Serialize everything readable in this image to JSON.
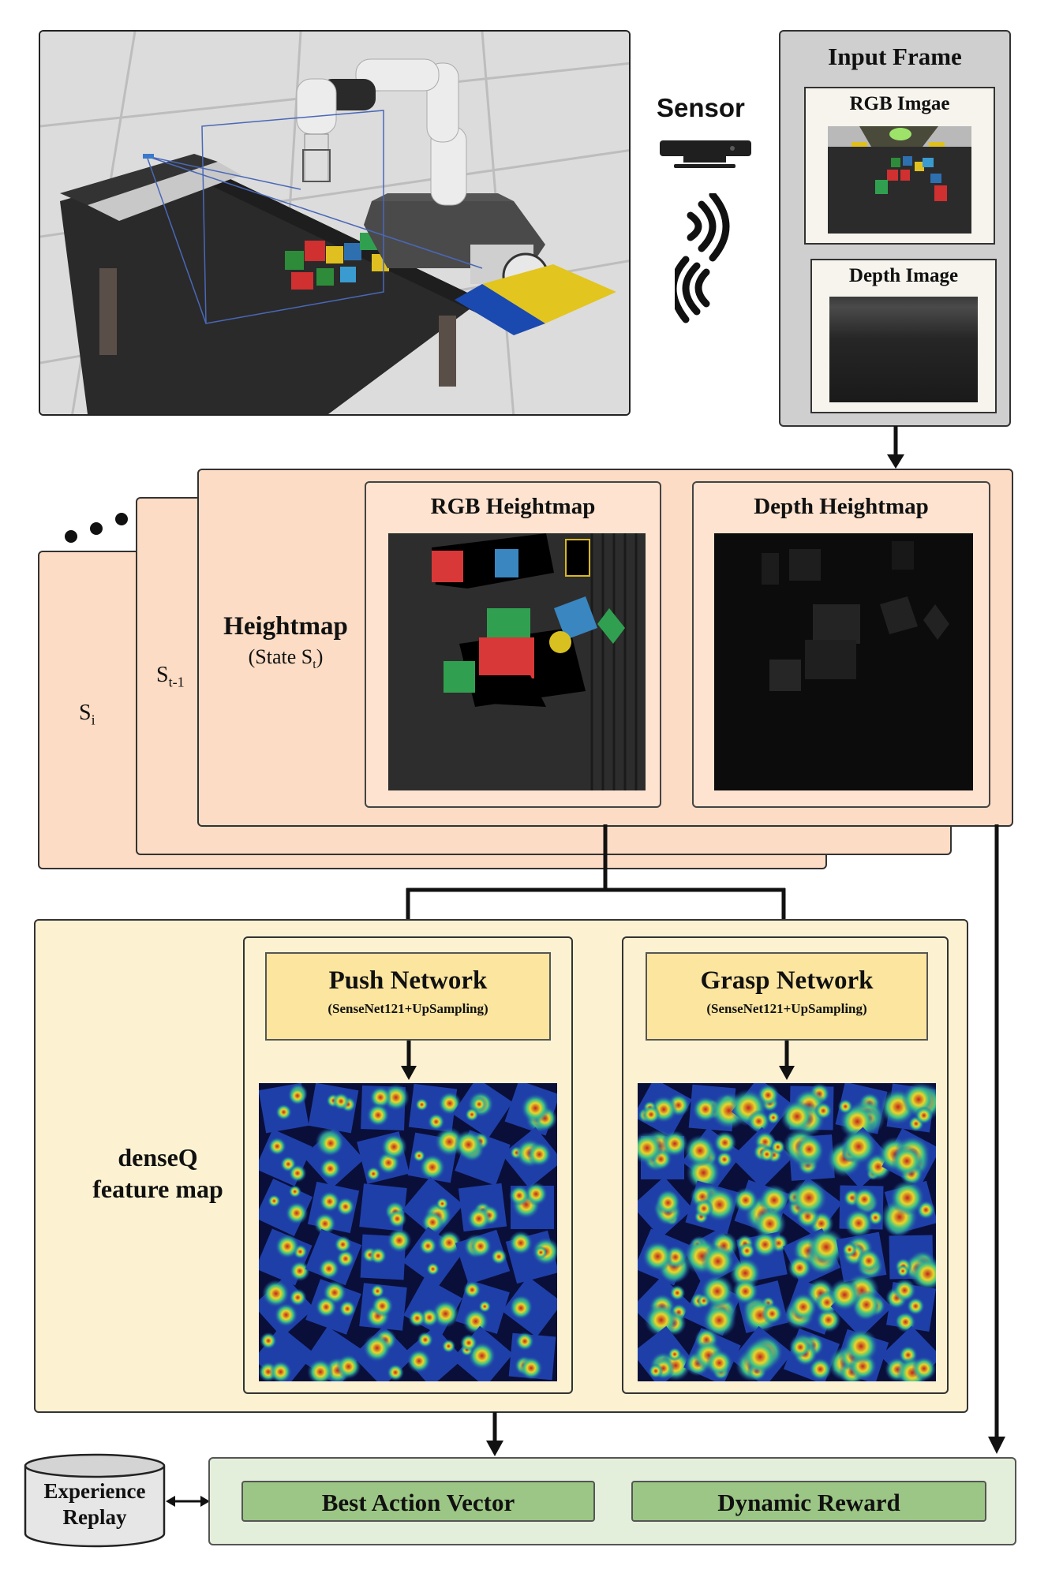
{
  "sensor": {
    "label": "Sensor"
  },
  "input_frame": {
    "title": "Input Frame",
    "rgb_caption": "RGB Imgae",
    "depth_caption": "Depth Image"
  },
  "heightmap": {
    "title": "Heightmap",
    "state": "(State S",
    "state_sub": "t",
    "state_close": ")",
    "prev_base": "S",
    "prev_sub": "t-1",
    "first_base": "S",
    "first_sub": "i",
    "rgb_caption": "RGB Heightmap",
    "depth_caption": "Depth Heightmap"
  },
  "denseq": {
    "line1": "denseQ",
    "line2": "feature map",
    "push_title": "Push Network",
    "push_sub": "(SenseNet121+UpSampling)",
    "grasp_title": "Grasp Network",
    "grasp_sub": "(SenseNet121+UpSampling)"
  },
  "bottom": {
    "replay_line1": "Experience",
    "replay_line2": "Replay",
    "best_action": "Best Action Vector",
    "dynamic_reward": "Dynamic Reward"
  },
  "colors": {
    "peach": "#fcdcc4",
    "yellow": "#fcf2d2",
    "network_label": "#fbe59f",
    "green": "#9cc685",
    "gray_frame": "#cfcfcf"
  }
}
